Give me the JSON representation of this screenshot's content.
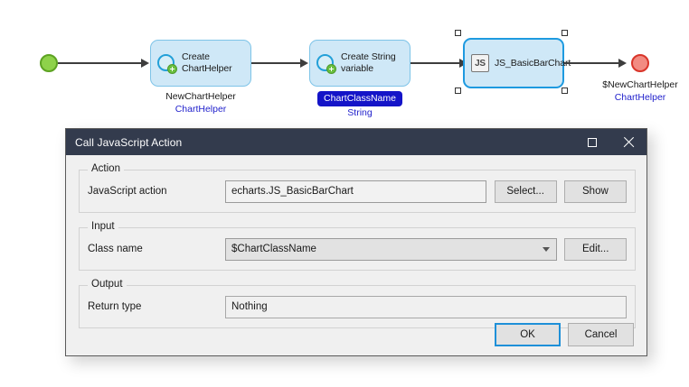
{
  "canvas": {
    "start_node": {
      "icon": "start-event-circle"
    },
    "end_node": {
      "icon": "end-event-circle",
      "caption": "$NewChartHelper",
      "type": "ChartHelper"
    },
    "activities": [
      {
        "icon": "create-object-icon",
        "label": "Create ChartHelper",
        "caption": "NewChartHelper",
        "type": "ChartHelper",
        "selected": false,
        "caption_highlight": false
      },
      {
        "icon": "create-object-icon",
        "label": "Create String variable",
        "caption": "ChartClassName",
        "type": "String",
        "selected": false,
        "caption_highlight": true
      },
      {
        "icon": "js-action-icon",
        "label": "JS_BasicBarChart",
        "caption": "",
        "type": "",
        "selected": true,
        "caption_highlight": false
      }
    ]
  },
  "dialog": {
    "title": "Call JavaScript Action",
    "maximize_icon": "maximize-icon",
    "close_icon": "close-icon",
    "groups": {
      "action": {
        "title": "Action",
        "field_label": "JavaScript action",
        "field_value": "echarts.JS_BasicBarChart",
        "select_button": "Select...",
        "show_button": "Show"
      },
      "input": {
        "title": "Input",
        "field_label": "Class name",
        "field_value": "$ChartClassName",
        "dropdown_icon": "chevron-down-icon",
        "edit_button": "Edit..."
      },
      "output": {
        "title": "Output",
        "field_label": "Return type",
        "field_value": "Nothing"
      }
    },
    "footer": {
      "ok_label": "OK",
      "cancel_label": "Cancel"
    }
  },
  "colors": {
    "titlebar": "#333b4d",
    "node_fill": "#cfe8f7",
    "node_border": "#7ec4e8",
    "node_selected_border": "#1e9ae0",
    "start_event": "#8ed24a",
    "end_event": "#f28b82",
    "variable_highlight": "#1414c8",
    "type_text": "#2222cc",
    "focus_blue": "#1e90d8"
  }
}
